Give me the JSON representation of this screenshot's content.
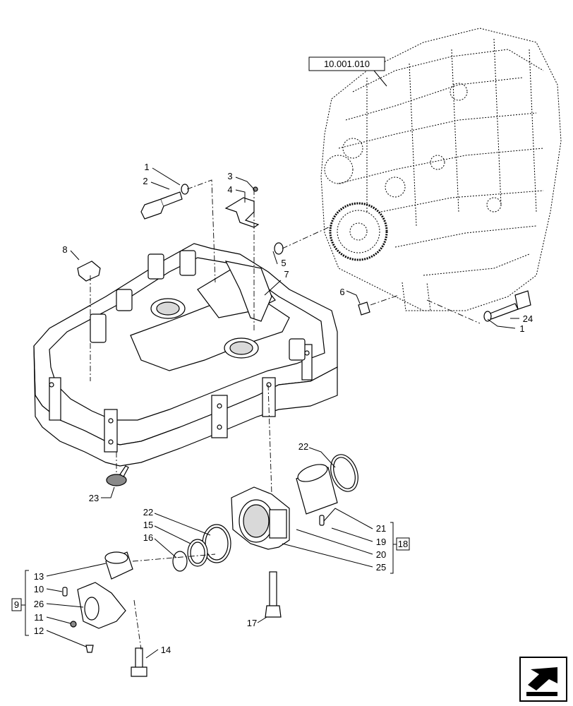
{
  "diagram": {
    "reference_box": "10.001.010",
    "callouts": [
      {
        "id": "c1a",
        "text": "1"
      },
      {
        "id": "c2",
        "text": "2"
      },
      {
        "id": "c3",
        "text": "3"
      },
      {
        "id": "c4",
        "text": "4"
      },
      {
        "id": "c8",
        "text": "8"
      },
      {
        "id": "c5",
        "text": "5"
      },
      {
        "id": "c7",
        "text": "7"
      },
      {
        "id": "c6",
        "text": "6"
      },
      {
        "id": "c24",
        "text": "24"
      },
      {
        "id": "c1b",
        "text": "1"
      },
      {
        "id": "c22a",
        "text": "22"
      },
      {
        "id": "c23",
        "text": "23"
      },
      {
        "id": "c22b",
        "text": "22"
      },
      {
        "id": "c15",
        "text": "15"
      },
      {
        "id": "c16",
        "text": "16"
      },
      {
        "id": "c21",
        "text": "21"
      },
      {
        "id": "c19",
        "text": "19"
      },
      {
        "id": "c20",
        "text": "20"
      },
      {
        "id": "c25",
        "text": "25"
      },
      {
        "id": "c13",
        "text": "13"
      },
      {
        "id": "c10",
        "text": "10"
      },
      {
        "id": "c26",
        "text": "26"
      },
      {
        "id": "c11",
        "text": "11"
      },
      {
        "id": "c12",
        "text": "12"
      },
      {
        "id": "c17",
        "text": "17"
      },
      {
        "id": "c14",
        "text": "14"
      }
    ],
    "group_boxes": [
      {
        "id": "g18",
        "text": "18"
      },
      {
        "id": "g9",
        "text": "9"
      }
    ]
  }
}
